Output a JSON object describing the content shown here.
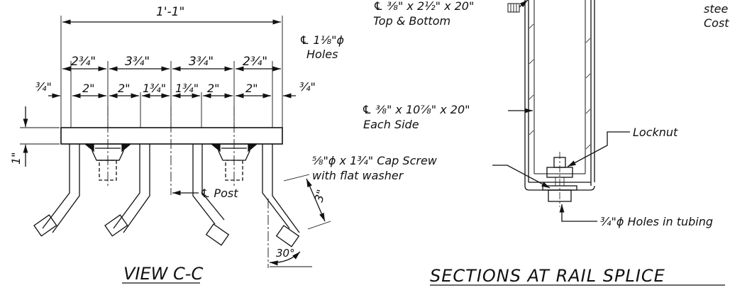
{
  "view_cc": {
    "title": "VIEW C-C",
    "overall_width": "1'-1\"",
    "holes_note_line1": "℄ 1⅛\"ϕ",
    "holes_note_line2": "Holes",
    "dims_row1": [
      "2¾\"",
      "3¾\"",
      "3¾\"",
      "2¾\""
    ],
    "dims_row2": [
      "2\"",
      "2\"",
      "1¾\"",
      "1¾\"",
      "2\"",
      "2\""
    ],
    "edge_left": "¾\"",
    "edge_right": "¾\"",
    "plate_thickness": "1\"",
    "post_label": "℄ Post",
    "leg_dim": "3\"",
    "angle": "30°"
  },
  "rail_splice": {
    "title": "SECTIONS AT RAIL SPLICE",
    "plate_top_line1": "℄ ⅜\" x 2½\" x 20\"",
    "plate_top_line2": "Top & Bottom",
    "plate_side_line1": "℄ ⅜\" x 10⅞\" x 20\"",
    "plate_side_line2": "Each Side",
    "locknut": "Locknut",
    "cap_screw_line1": "⅝\"ϕ x 1¾\" Cap Screw",
    "cap_screw_line2": "with flat washer",
    "holes_tubing": "¾\"ϕ Holes in tubing",
    "note_partial_1": "stee",
    "note_partial_2": "Cost"
  }
}
